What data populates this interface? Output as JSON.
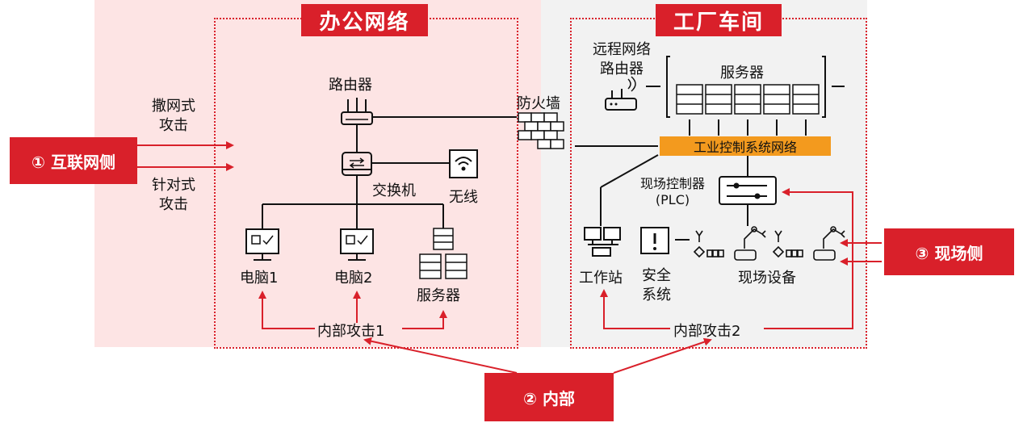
{
  "office_title": "办公网络",
  "factory_title": "工厂车间",
  "left_side": {
    "broadcast_attack": "撒网式\n攻击",
    "targeted_attack": "针对式\n攻击",
    "internet_label": "① 互联网侧"
  },
  "office": {
    "router": "路由器",
    "switch": "交换机",
    "wireless": "无线",
    "pc1": "电脑1",
    "pc2": "电脑2",
    "server": "服务器",
    "internal_attack": "内部攻击1"
  },
  "firewall": "防火墙",
  "factory": {
    "remote_router": "远程网络\n路由器",
    "servers": "服务器",
    "ics_network": "工业控制系统网络",
    "plc": "现场控制器\n(PLC)",
    "workstation": "工作站",
    "safety": "安全\n系统",
    "field_devices": "现场设备",
    "internal_attack": "内部攻击2"
  },
  "internal_label": "② 内部",
  "field_label": "③ 现场侧",
  "colors": {
    "accent": "#d9202a",
    "office_bg": "#fde4e4",
    "factory_bg": "#f2f2f2",
    "ics": "#f39a1e"
  }
}
